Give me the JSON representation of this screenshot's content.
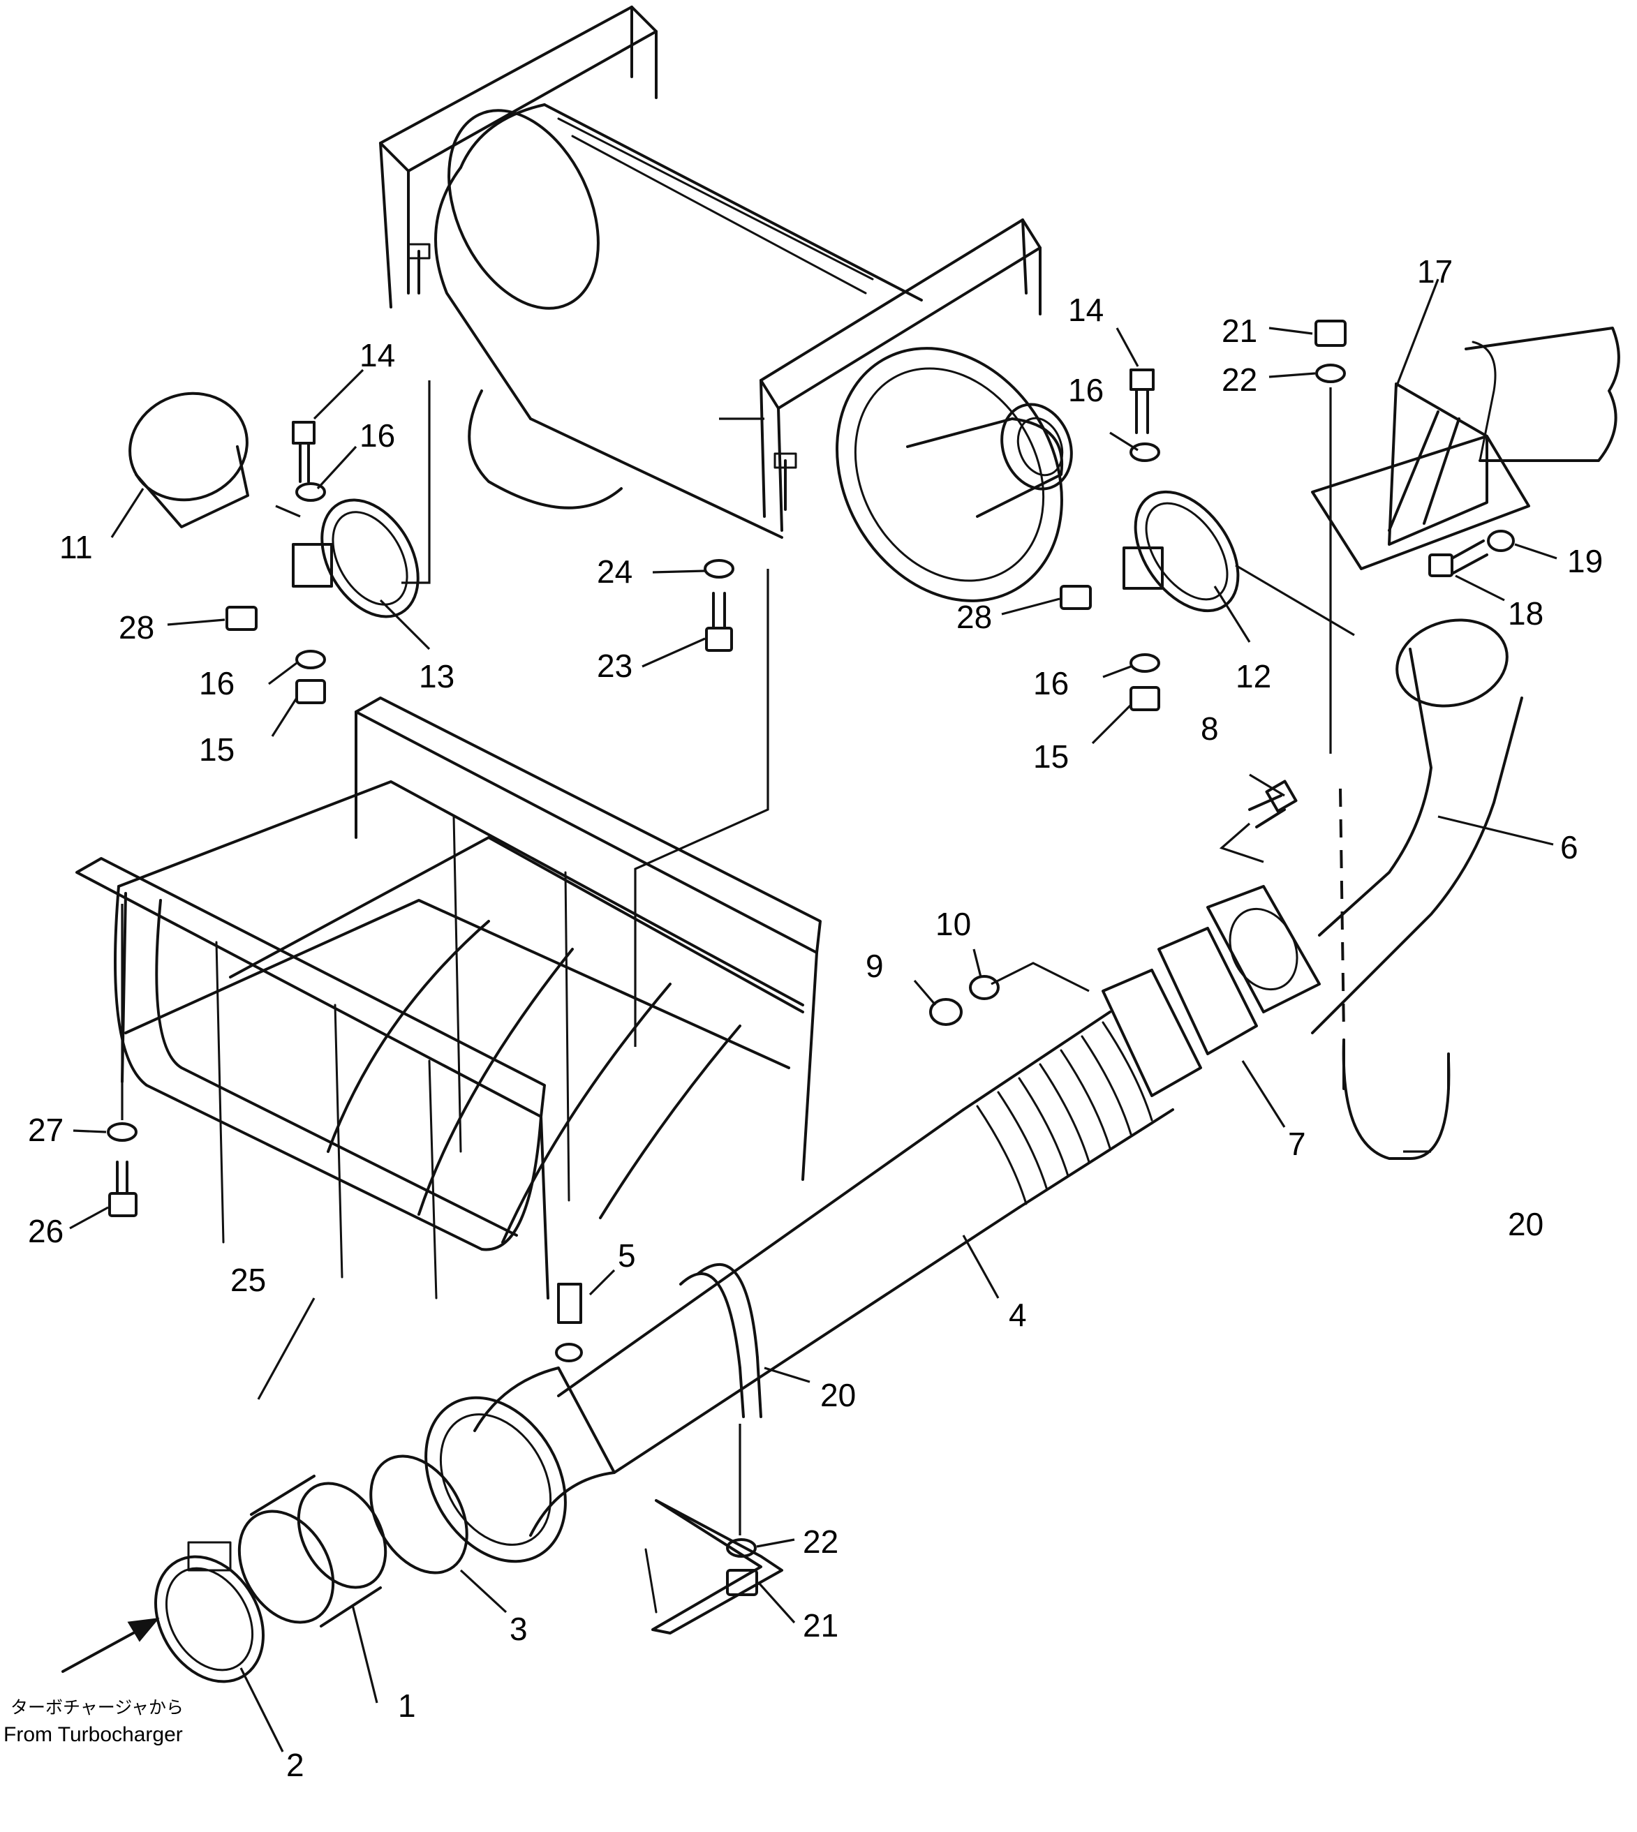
{
  "callouts": {
    "c1": "1",
    "c2": "2",
    "c3": "3",
    "c4": "4",
    "c5": "5",
    "c6": "6",
    "c7": "7",
    "c8": "8",
    "c9": "9",
    "c10": "10",
    "c11": "11",
    "c12": "12",
    "c13": "13",
    "c14": "14",
    "c15": "15",
    "c16": "16",
    "c17": "17",
    "c18": "18",
    "c19": "19",
    "c20": "20",
    "c21": "21",
    "c22": "22",
    "c23": "23",
    "c24": "24",
    "c25": "25",
    "c26": "26",
    "c27": "27",
    "c28": "28"
  },
  "source_note": {
    "japanese": "ターボチャージャから",
    "english": "From Turbocharger"
  }
}
